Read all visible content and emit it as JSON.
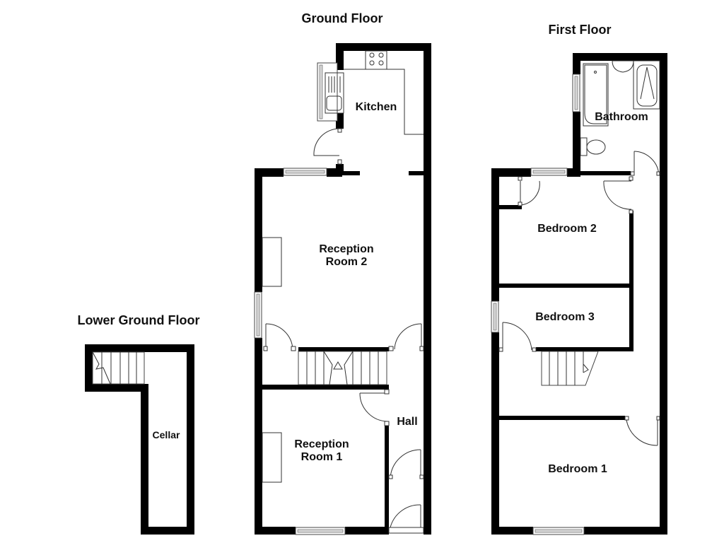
{
  "floors": {
    "lower_ground": {
      "title": "Lower Ground Floor",
      "rooms": {
        "cellar": "Cellar"
      }
    },
    "ground": {
      "title": "Ground Floor",
      "rooms": {
        "kitchen": "Kitchen",
        "reception_2_line1": "Reception",
        "reception_2_line2": "Room 2",
        "reception_1_line1": "Reception",
        "reception_1_line2": "Room 1",
        "hall": "Hall"
      }
    },
    "first": {
      "title": "First Floor",
      "rooms": {
        "bathroom": "Bathroom",
        "bedroom_2": "Bedroom 2",
        "bedroom_3": "Bedroom 3",
        "bedroom_1": "Bedroom 1"
      }
    }
  },
  "colors": {
    "wall": "#000000",
    "background": "#ffffff",
    "fixture_line": "#333333"
  }
}
